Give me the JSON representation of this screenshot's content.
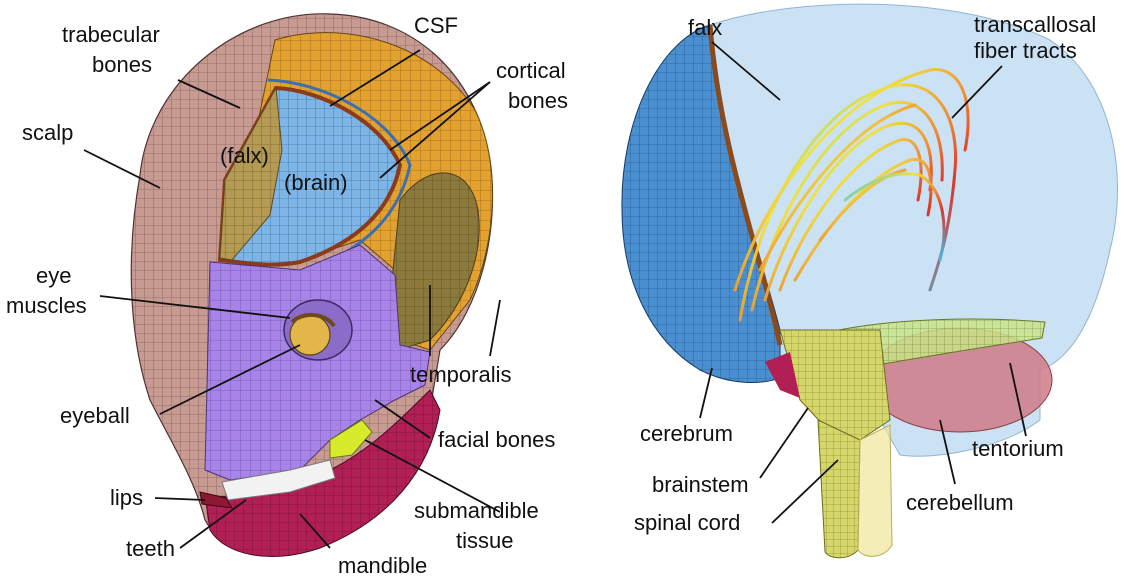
{
  "figure": {
    "left_panel": {
      "labels": {
        "trabecular_bones": [
          "trabecular",
          "bones"
        ],
        "csf": "CSF",
        "cortical_bones": [
          "cortical",
          "bones"
        ],
        "scalp": "scalp",
        "falx": "(falx)",
        "brain": "(brain)",
        "eye_muscles": [
          "eye",
          "muscles"
        ],
        "temporalis": "temporalis",
        "eyeball": "eyeball",
        "facial_bones": "facial bones",
        "lips": "lips",
        "submandible_tissue": [
          "submandible",
          "tissue"
        ],
        "teeth": "teeth",
        "mandible": "mandible"
      }
    },
    "right_panel": {
      "labels": {
        "falx": "falx",
        "transcallosal_fiber_tracts": [
          "transcallosal",
          "fiber tracts"
        ],
        "cerebrum": "cerebrum",
        "tentorium": "tentorium",
        "brainstem": "brainstem",
        "cerebellum": "cerebellum",
        "spinal_cord": "spinal cord"
      }
    },
    "colors": {
      "scalp": "#c79a92",
      "cortical_bone": "#e3a12f",
      "brain": "#7cb5e6",
      "trabecular": "#3a6fb0",
      "csf_rim": "#8a3b1c",
      "temporalis": "#8c7a3c",
      "facial_bones": "#a884e8",
      "mandible": "#b21f55",
      "teeth": "#f2f2f2",
      "submandible": "#d7ea2b",
      "cerebrum": "#4a8fd0",
      "translucent_head": "#b9d8f2",
      "cerebellum": "#d07a86",
      "brainstem": "#d6d76a",
      "spinal_cord": "#efe69a"
    }
  }
}
